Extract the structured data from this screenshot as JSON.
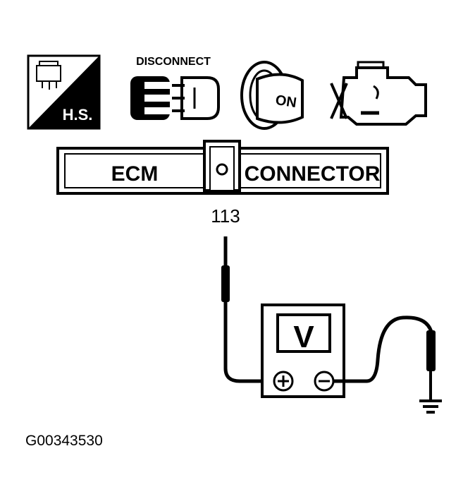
{
  "icons": {
    "hs_badge": {
      "label": "H.S."
    },
    "disconnect": {
      "label": "DISCONNECT"
    },
    "ignition": {
      "label": "ON"
    },
    "engine": {
      "state": "engine-off"
    }
  },
  "connector": {
    "left_label": "ECM",
    "right_label": "CONNECTOR",
    "pin_number": "113"
  },
  "meter": {
    "label": "V",
    "positive_symbol": "+",
    "negative_symbol": "−"
  },
  "figure_id": "G00343530",
  "colors": {
    "ink": "#000000",
    "paper": "#ffffff"
  }
}
